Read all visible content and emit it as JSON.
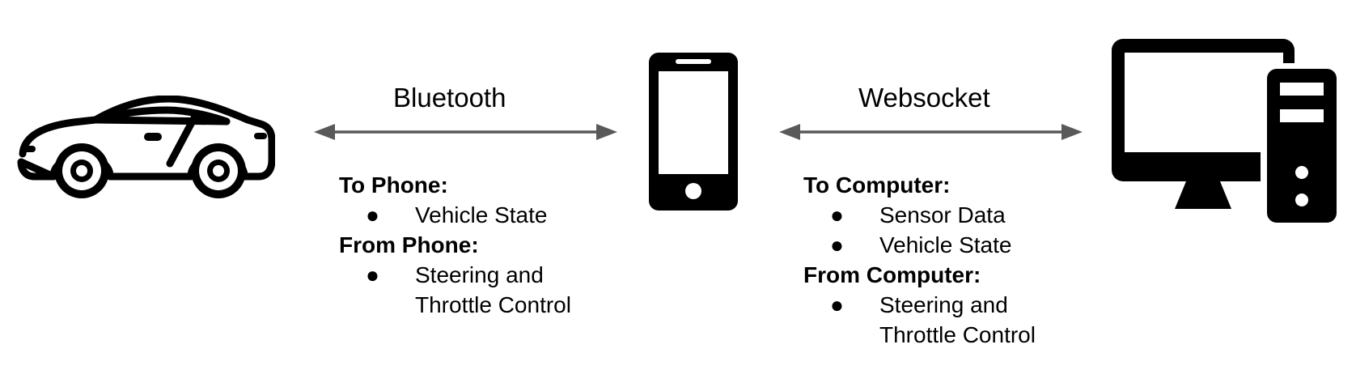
{
  "links": {
    "bluetooth": {
      "label": "Bluetooth",
      "to_heading": "To Phone:",
      "to_items": [
        "Vehicle State"
      ],
      "from_heading": "From Phone:",
      "from_items": [
        "Steering and Throttle Control"
      ]
    },
    "websocket": {
      "label": "Websocket",
      "to_heading": "To Computer:",
      "to_items": [
        "Sensor Data",
        "Vehicle State"
      ],
      "from_heading": "From Computer:",
      "from_items": [
        "Steering and Throttle Control"
      ]
    }
  },
  "bullet_glyph": "●",
  "icons": [
    "car-icon",
    "smartphone-icon",
    "desktop-computer-icon"
  ],
  "colors": {
    "arrow": "#595959",
    "icon": "#000000",
    "text": "#000000"
  }
}
